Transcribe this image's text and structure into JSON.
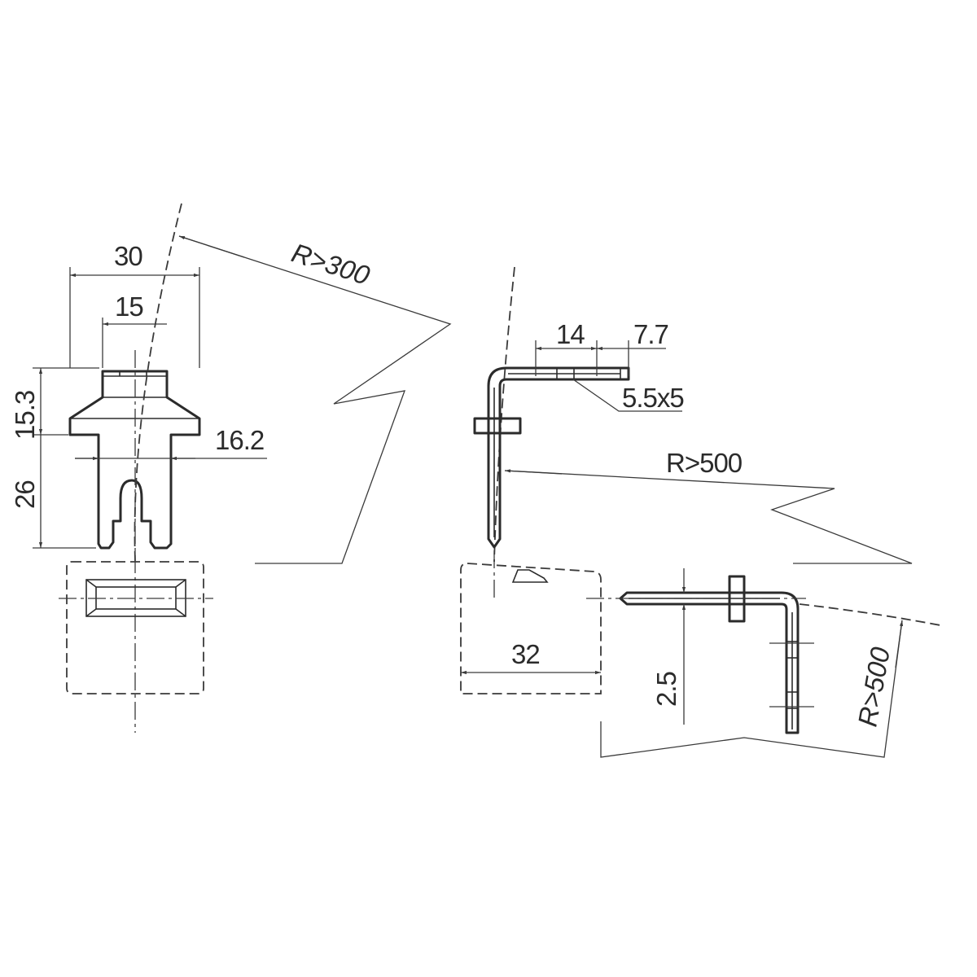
{
  "dimensions": {
    "d30": "30",
    "d15": "15",
    "d15_3": "15.3",
    "d16_2": "16.2",
    "d26": "26",
    "r300": "R>300",
    "d14": "14",
    "d7_7": "7.7",
    "d5_5x5": "5.5x5",
    "r500_top": "R>500",
    "d32": "32",
    "d2_5": "2.5",
    "r500_bottom": "R>500"
  }
}
